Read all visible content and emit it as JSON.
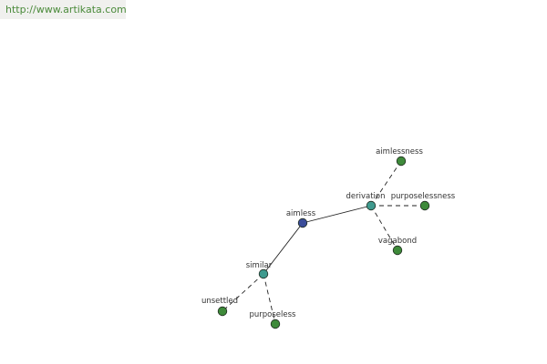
{
  "source_link": "http://www.artikata.com",
  "colors": {
    "center_node": "#3b4d9a",
    "relation_node": "#3f9a8e",
    "word_node": "#3e8a3a",
    "node_stroke": "#1e2a1e",
    "link_text": "#4a8a3a",
    "header_bg": "#f0f0ee"
  },
  "nodes": [
    {
      "id": "aimless",
      "label": "aimless",
      "kind": "center"
    },
    {
      "id": "derivation",
      "label": "derivation",
      "kind": "relation"
    },
    {
      "id": "similar",
      "label": "similar",
      "kind": "relation"
    },
    {
      "id": "aimlessness",
      "label": "aimlessness",
      "kind": "word"
    },
    {
      "id": "purposelessness",
      "label": "purposelessness",
      "kind": "word"
    },
    {
      "id": "vagabond",
      "label": "vagabond",
      "kind": "word"
    },
    {
      "id": "unsettled",
      "label": "unsettled",
      "kind": "word"
    },
    {
      "id": "purposeless",
      "label": "purposeless",
      "kind": "word"
    }
  ],
  "edges": [
    {
      "from": "aimless",
      "to": "derivation",
      "style": "solid"
    },
    {
      "from": "aimless",
      "to": "similar",
      "style": "solid"
    },
    {
      "from": "derivation",
      "to": "aimlessness",
      "style": "dashed"
    },
    {
      "from": "derivation",
      "to": "purposelessness",
      "style": "dashed"
    },
    {
      "from": "derivation",
      "to": "vagabond",
      "style": "dashed"
    },
    {
      "from": "similar",
      "to": "unsettled",
      "style": "dashed"
    },
    {
      "from": "similar",
      "to": "purposeless",
      "style": "dashed"
    }
  ]
}
